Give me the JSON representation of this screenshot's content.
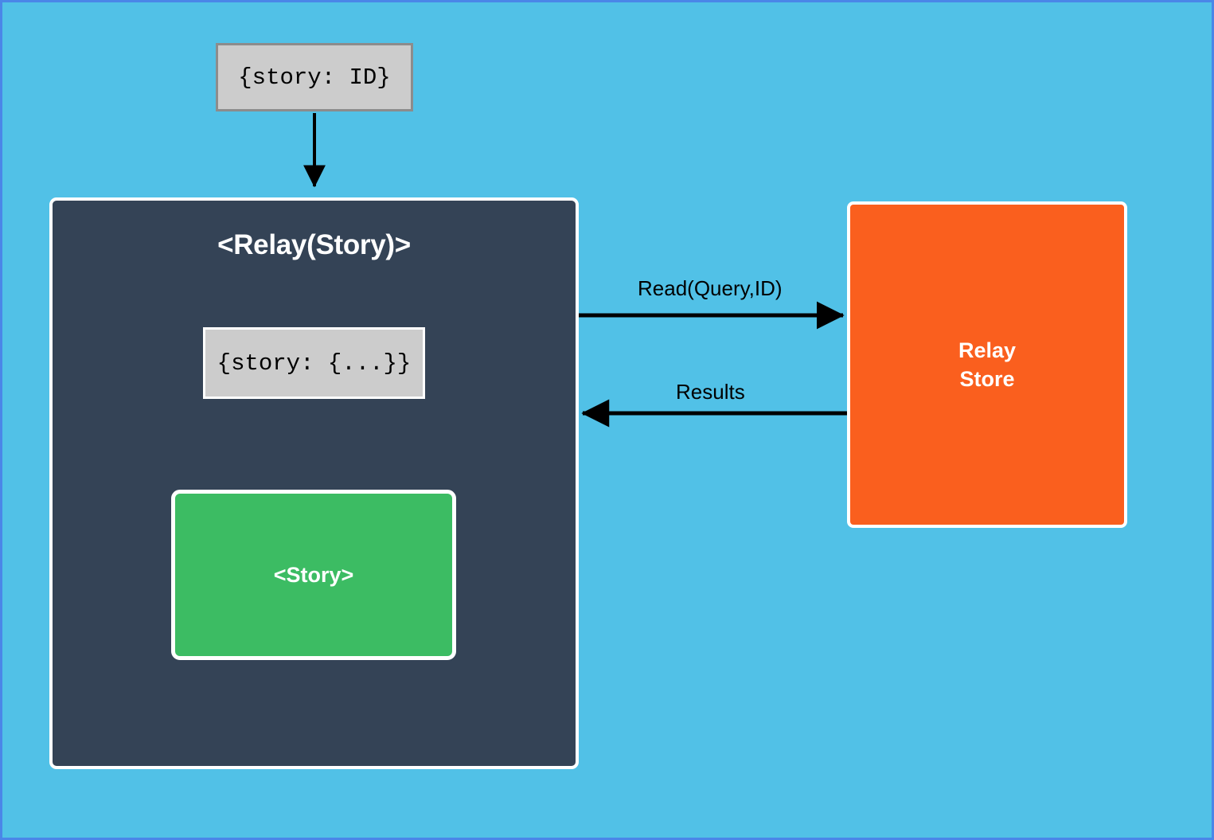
{
  "diagram": {
    "type": "flow-diagram",
    "title": "Relay Story component reading from Relay Store",
    "background_color": "#51c1e7",
    "nodes": [
      {
        "id": "top-props",
        "label": "{story: ID}",
        "shape": "rectangle",
        "fill": "#cccccc",
        "stroke": "#8c8c8c",
        "text_color": "#000000",
        "font": "monospace"
      },
      {
        "id": "relay-story-container",
        "label": "<Relay(Story)>",
        "shape": "rounded-rectangle",
        "fill": "#344356",
        "stroke": "#ffffff",
        "text_color": "#ffffff",
        "font": "bold-sans"
      },
      {
        "id": "inner-props",
        "label": "{story: {...}}",
        "shape": "rectangle",
        "fill": "#cccccc",
        "stroke": "#ffffff",
        "text_color": "#000000",
        "font": "monospace"
      },
      {
        "id": "story-component",
        "label": "<Story>",
        "shape": "rounded-rectangle",
        "fill": "#3cbc63",
        "stroke": "#ffffff",
        "text_color": "#ffffff",
        "font": "bold-sans"
      },
      {
        "id": "relay-store",
        "label": "Relay\nStore",
        "shape": "rounded-rectangle",
        "fill": "#fa5f1e",
        "stroke": "#ffffff",
        "text_color": "#ffffff",
        "font": "bold-sans"
      }
    ],
    "edges": [
      {
        "id": "edge-props-into-relay",
        "from": "top-props",
        "to": "relay-story-container",
        "label": "",
        "color": "#000000",
        "direction": "down"
      },
      {
        "id": "edge-props-into-story",
        "from": "inner-props",
        "to": "story-component",
        "label": "",
        "color": "#ffffff",
        "direction": "down"
      },
      {
        "id": "edge-read",
        "from": "relay-story-container",
        "to": "relay-store",
        "label": "Read(Query,ID)",
        "color": "#000000",
        "direction": "right"
      },
      {
        "id": "edge-results",
        "from": "relay-store",
        "to": "relay-story-container",
        "label": "Results",
        "color": "#000000",
        "direction": "left"
      }
    ]
  },
  "labels": {
    "top_props": "{story: ID}",
    "relay_title": "<Relay(Story)>",
    "inner_props": "{story: {...}}",
    "story": "<Story>",
    "relay_store": "Relay\nStore",
    "read_edge": "Read(Query,ID)",
    "results_edge": "Results"
  }
}
